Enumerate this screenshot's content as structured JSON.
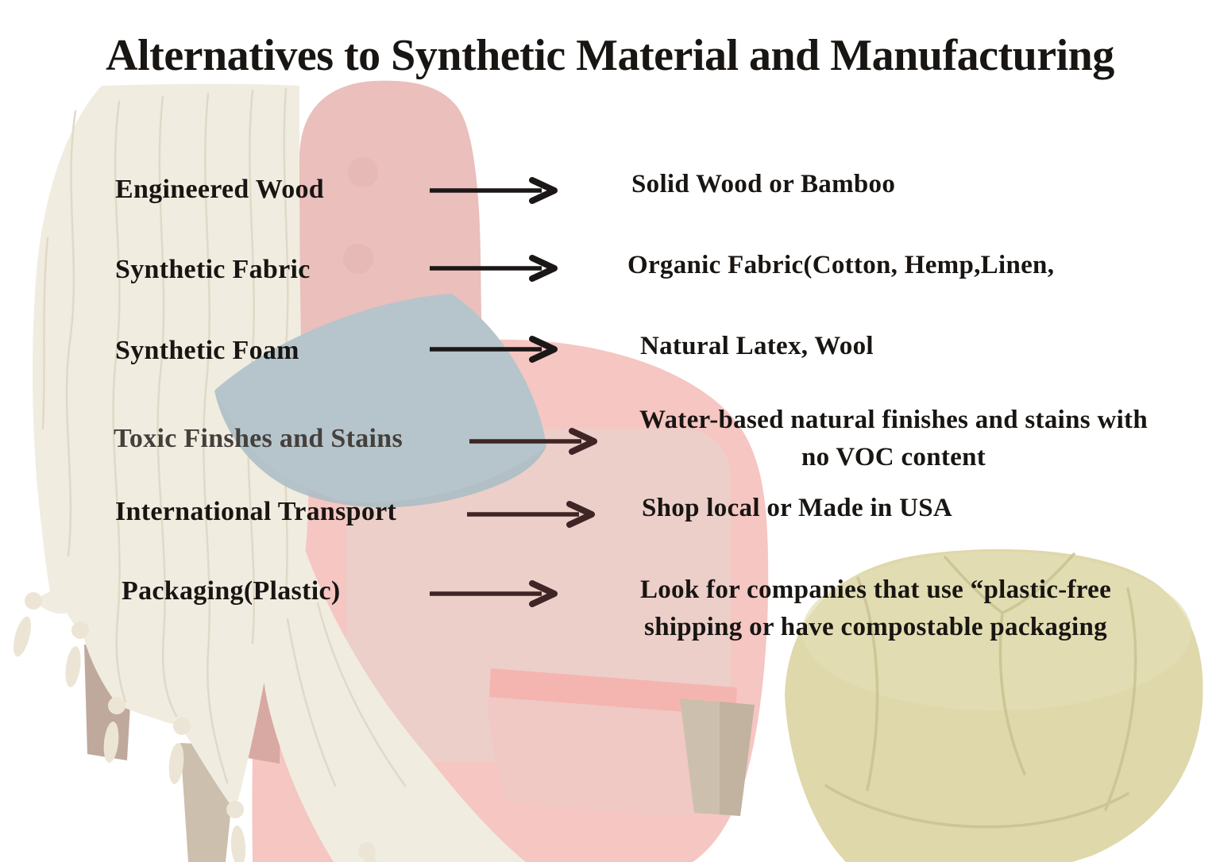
{
  "title": "Alternatives to Synthetic Material and Manufacturing",
  "text_color": "#181512",
  "rows": [
    {
      "left": "Engineered Wood",
      "right": "Solid Wood or Bamboo",
      "arrow_color": "#1c1717"
    },
    {
      "left": "Synthetic Fabric",
      "right": "Organic Fabric(Cotton, Hemp,Linen,",
      "arrow_color": "#1c1717"
    },
    {
      "left": "Synthetic Foam",
      "right": "Natural Latex, Wool",
      "arrow_color": "#1c1717"
    },
    {
      "left": "Toxic Finshes and Stains",
      "right": "Water-based natural finishes and stains with no VOC content",
      "arrow_color": "#3f2526",
      "left_color": "#45403c"
    },
    {
      "left": "International Transport",
      "right": "Shop local or Made in USA",
      "arrow_color": "#3f2526"
    },
    {
      "left": "Packaging(Plastic)",
      "right": "Look for companies that use “plastic-free shipping or have compostable packaging",
      "arrow_color": "#3f2526"
    }
  ],
  "illustration": {
    "background": "#ffffff",
    "blanket": "#f1ece0",
    "blanket_lines": "#e1d9c7",
    "tassel": "#ece5d5",
    "armchair_back": "#eabfbc",
    "armchair_body": "#f5c6c2",
    "seat_cushion": "#eccfc9",
    "seat_band": "#f4b5b1",
    "skirt": "#f0c8c4",
    "leg": "#cdbfad",
    "leg_shade": "#c2b2a0",
    "shadow_taupe": "#bfa99c",
    "shadow_pink": "#d8a8a3",
    "pillow": "#b5c5cb",
    "pillow_fold": "#a8bcc4",
    "pouf": "#ded8ab",
    "pouf_top": "#e4deb5",
    "pouf_seam": "#c9c290",
    "button": "#e2b3b0"
  }
}
